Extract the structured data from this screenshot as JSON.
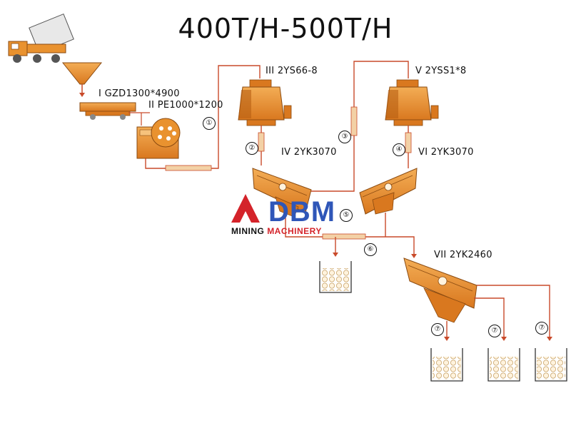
{
  "title": "400T/H-500T/H",
  "equipment": {
    "feeder": "I GZD1300*4900",
    "jaw_crusher": "II PE1000*1200",
    "cone_crusher_1": "III 2YS66-8",
    "screen_1": "IV 2YK3070",
    "cone_crusher_2": "V 2YSS1*8",
    "screen_2": "VI 2YK3070",
    "screen_3": "VII 2YK2460"
  },
  "steps": [
    "①",
    "②",
    "③",
    "④",
    "⑤",
    "⑥",
    "⑦",
    "⑦",
    "⑦"
  ],
  "logo": {
    "name": "DBM",
    "sub_word_1": "MINING",
    "sub_word_2": "MACHINERY"
  },
  "colors": {
    "machine": "#e9922f",
    "machine_dark": "#b85f12",
    "belt": "#d98a3a",
    "pipe": "#c94a2a",
    "logo_blue": "#2f56b8",
    "logo_red": "#d4232a"
  }
}
